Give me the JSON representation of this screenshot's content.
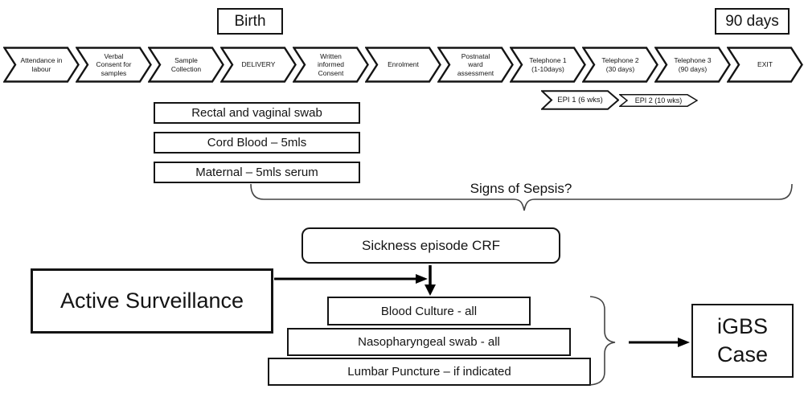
{
  "milestones": {
    "birth": "Birth",
    "day90": "90 days"
  },
  "flow": {
    "steps": [
      "Attendance in\nlabour",
      "Verbal\nConsent for\nsamples",
      "Sample\nCollection",
      "DELIVERY",
      "Written\ninformed\nConsent",
      "Enrolment",
      "Postnatal\nward\nassessment",
      "Telephone 1\n(1-10days)",
      "Telephone 2\n(30 days)",
      "Telephone 3\n(90 days)",
      "EXIT"
    ]
  },
  "epi": {
    "steps": [
      "EPI 1 (6 wks)",
      "EPI 2 (10 wks)"
    ]
  },
  "birth_samples": [
    "Rectal and vaginal swab",
    "Cord Blood – 5mls",
    "Maternal – 5mls serum"
  ],
  "sepsis": {
    "question": "Signs of Sepsis?",
    "crf_label": "Sickness episode CRF"
  },
  "surveillance": {
    "label": "Active Surveillance"
  },
  "investigations": [
    "Blood Culture - all",
    "Nasopharyngeal swab - all",
    "Lumbar Puncture – if indicated"
  ],
  "outcome": {
    "label": "iGBS\nCase"
  },
  "colors": {
    "line": "#141414",
    "brace": "#444444",
    "background": "#ffffff"
  }
}
